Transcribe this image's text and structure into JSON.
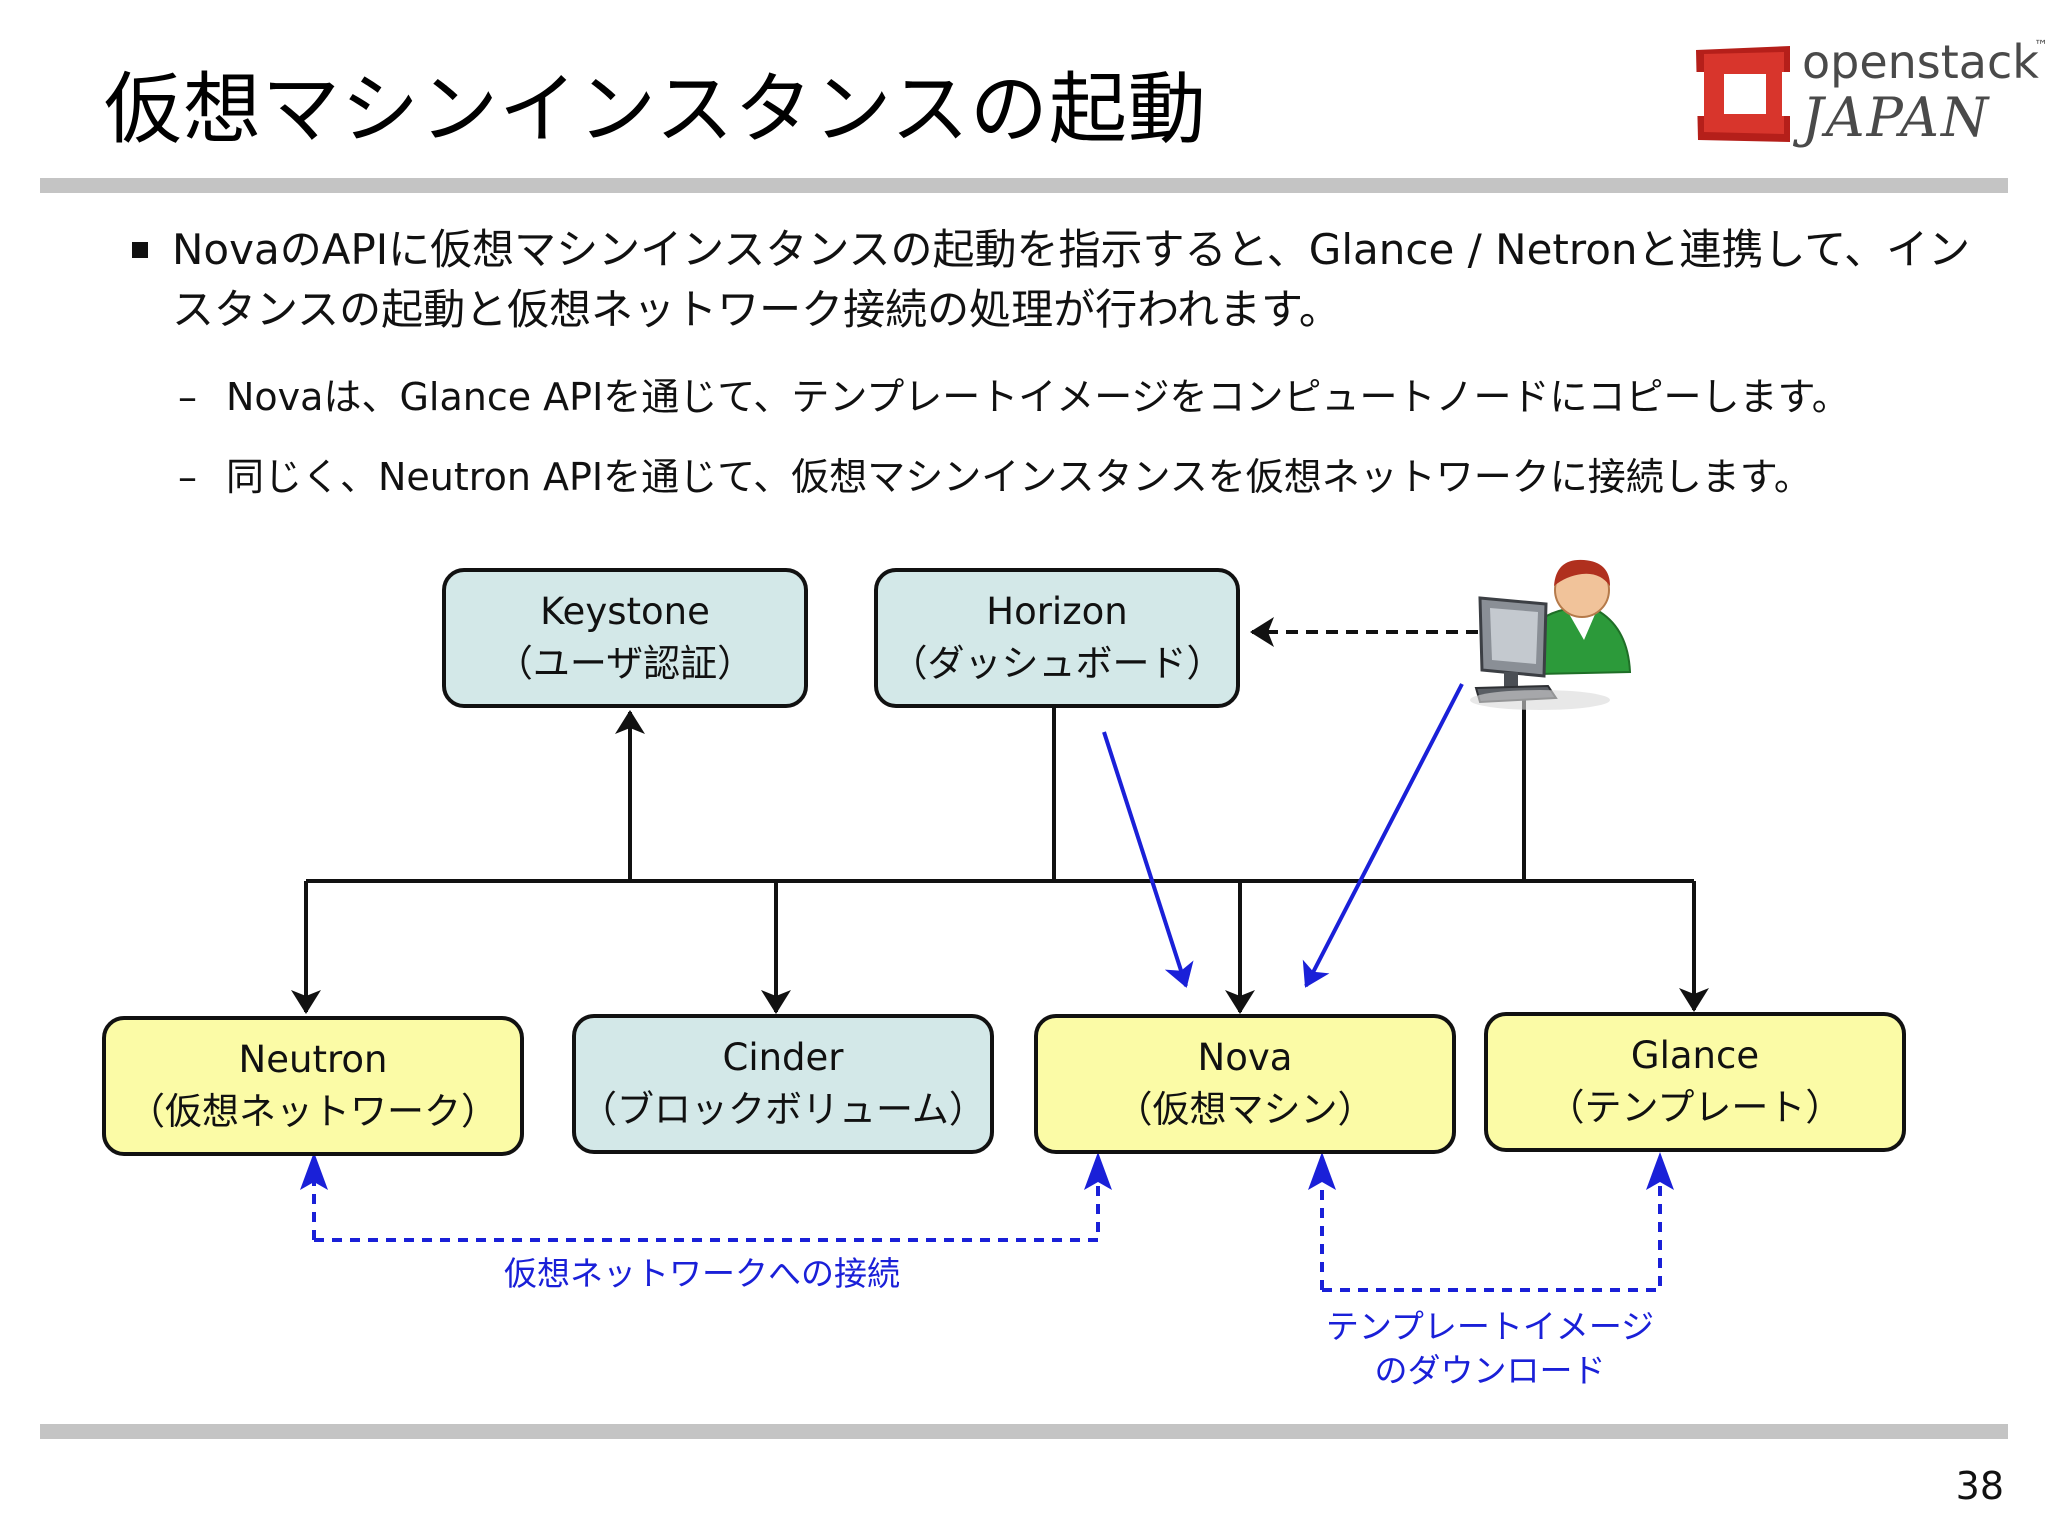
{
  "slide": {
    "title": "仮想マシンインスタンスの起動",
    "page_number": "38"
  },
  "logo": {
    "word": "openstack",
    "tm": "™",
    "country": "JAPAN",
    "colors": {
      "red": "#cc2a22",
      "gray": "#4a4a4a"
    }
  },
  "bullets": {
    "main": "NovaのAPIに仮想マシンインスタンスの起動を指示すると、Glance / Netronと連携して、インスタンスの起動と仮想ネットワーク接続の処理が行われます。",
    "sub": [
      {
        "dash": "–",
        "text": "Novaは、Glance APIを通じて、テンプレートイメージをコンピュートノードにコピーします。"
      },
      {
        "dash": "–",
        "text": "同じく、Neutron APIを通じて、仮想マシンインスタンスを仮想ネットワークに接続します。"
      }
    ]
  },
  "diagram": {
    "nodes": {
      "keystone": {
        "name": "Keystone",
        "desc": "（ユーザ認証）",
        "color": "#d3e8e8"
      },
      "horizon": {
        "name": "Horizon",
        "desc": "（ダッシュボード）",
        "color": "#d3e8e8"
      },
      "neutron": {
        "name": "Neutron",
        "desc": "（仮想ネットワーク）",
        "color": "#fbfba6"
      },
      "cinder": {
        "name": "Cinder",
        "desc": "（ブロックボリューム）",
        "color": "#d3e8e8"
      },
      "nova": {
        "name": "Nova",
        "desc": "（仮想マシン）",
        "color": "#fbfba6"
      },
      "glance": {
        "name": "Glance",
        "desc": "（テンプレート）",
        "color": "#fbfba6"
      }
    },
    "user_icon": "user-at-computer-icon",
    "links": {
      "network": "仮想ネットワークへの接続",
      "image_line1": "テンプレートイメージ",
      "image_line2": "のダウンロード"
    },
    "colors": {
      "black": "#111111",
      "blue": "#1a20d8"
    }
  }
}
